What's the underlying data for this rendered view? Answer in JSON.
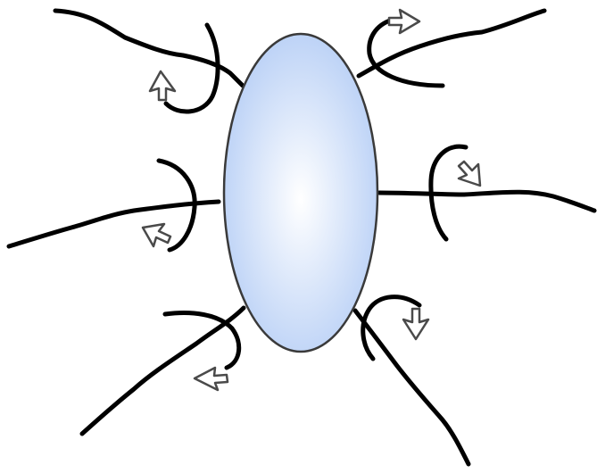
{
  "diagram": {
    "colors": {
      "body_center": "#ffffff",
      "body_edge": "#b3ccf5",
      "body_outline": "#3a3a3a",
      "strand": "#000000",
      "arrow_outline": "#4a4a4a",
      "arrow_fill": "#ffffff"
    },
    "body_shape": "ellipse",
    "flagella": [
      {
        "name": "upper-left",
        "rotation": "counter-clockwise"
      },
      {
        "name": "upper-right",
        "rotation": "clockwise"
      },
      {
        "name": "middle-left",
        "rotation": "counter-clockwise"
      },
      {
        "name": "middle-right",
        "rotation": "clockwise"
      },
      {
        "name": "lower-left",
        "rotation": "counter-clockwise"
      },
      {
        "name": "lower-right",
        "rotation": "clockwise"
      }
    ]
  }
}
